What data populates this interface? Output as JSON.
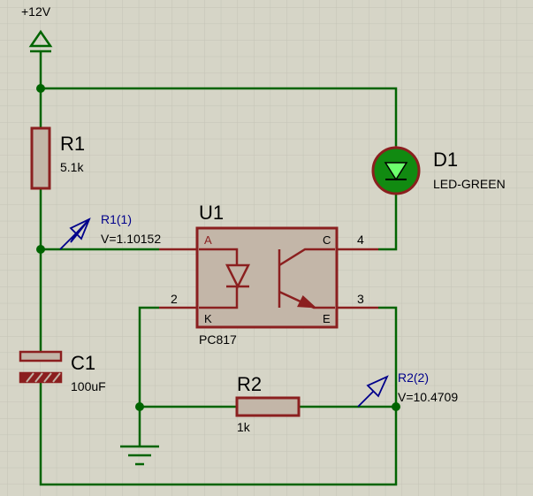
{
  "colors": {
    "background": "#d6d5c7",
    "grid": "#c4c3b6",
    "wire": "#006400",
    "component": "#8b1f1f",
    "component_fill": "#c3b6a8",
    "label": "#000000",
    "probe": "#00008b",
    "led_fill": "#118a11",
    "led_glow": "#6dff6d"
  },
  "power": {
    "label": "+12V",
    "icon": "power-terminal-arrow"
  },
  "r1": {
    "ref": "R1",
    "value": "5.1k"
  },
  "r2": {
    "ref": "R2",
    "value": "1k"
  },
  "c1": {
    "ref": "C1",
    "value": "100uF"
  },
  "d1": {
    "ref": "D1",
    "value": "LED-GREEN"
  },
  "u1": {
    "ref": "U1",
    "part": "PC817",
    "pin_a": "A",
    "pin_k": "K",
    "pin_c": "C",
    "pin_e": "E",
    "pin_num_k": "2",
    "pin_num_c": "4",
    "pin_num_e": "3"
  },
  "probe1": {
    "name": "R1(1)",
    "value": "V=1.10152",
    "icon": "voltage-probe-arrow"
  },
  "probe2": {
    "name": "R2(2)",
    "value": "V=10.4709",
    "icon": "voltage-probe-arrow"
  },
  "ground": {
    "icon": "ground-symbol"
  }
}
